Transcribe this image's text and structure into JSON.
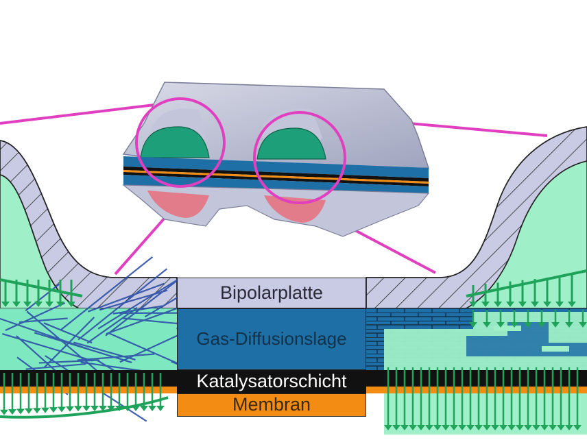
{
  "layers": {
    "bipolar_plate": "Bipolarplatte",
    "gas_diffusion_layer": "Gas-Diffusionslage",
    "catalyst_layer": "Katalysatorschicht",
    "membrane": "Membran"
  },
  "colors": {
    "bipolar_plate": "#c8cbe3",
    "gas_diffusion_layer": "#1d6fa6",
    "catalyst_layer": "#111111",
    "membrane": "#f28c12",
    "gas_channel": "#9ff0c8",
    "flow_arrows": "#1fa35a",
    "magnifier": "#e040c0",
    "fibers": "#2d4fa8"
  }
}
